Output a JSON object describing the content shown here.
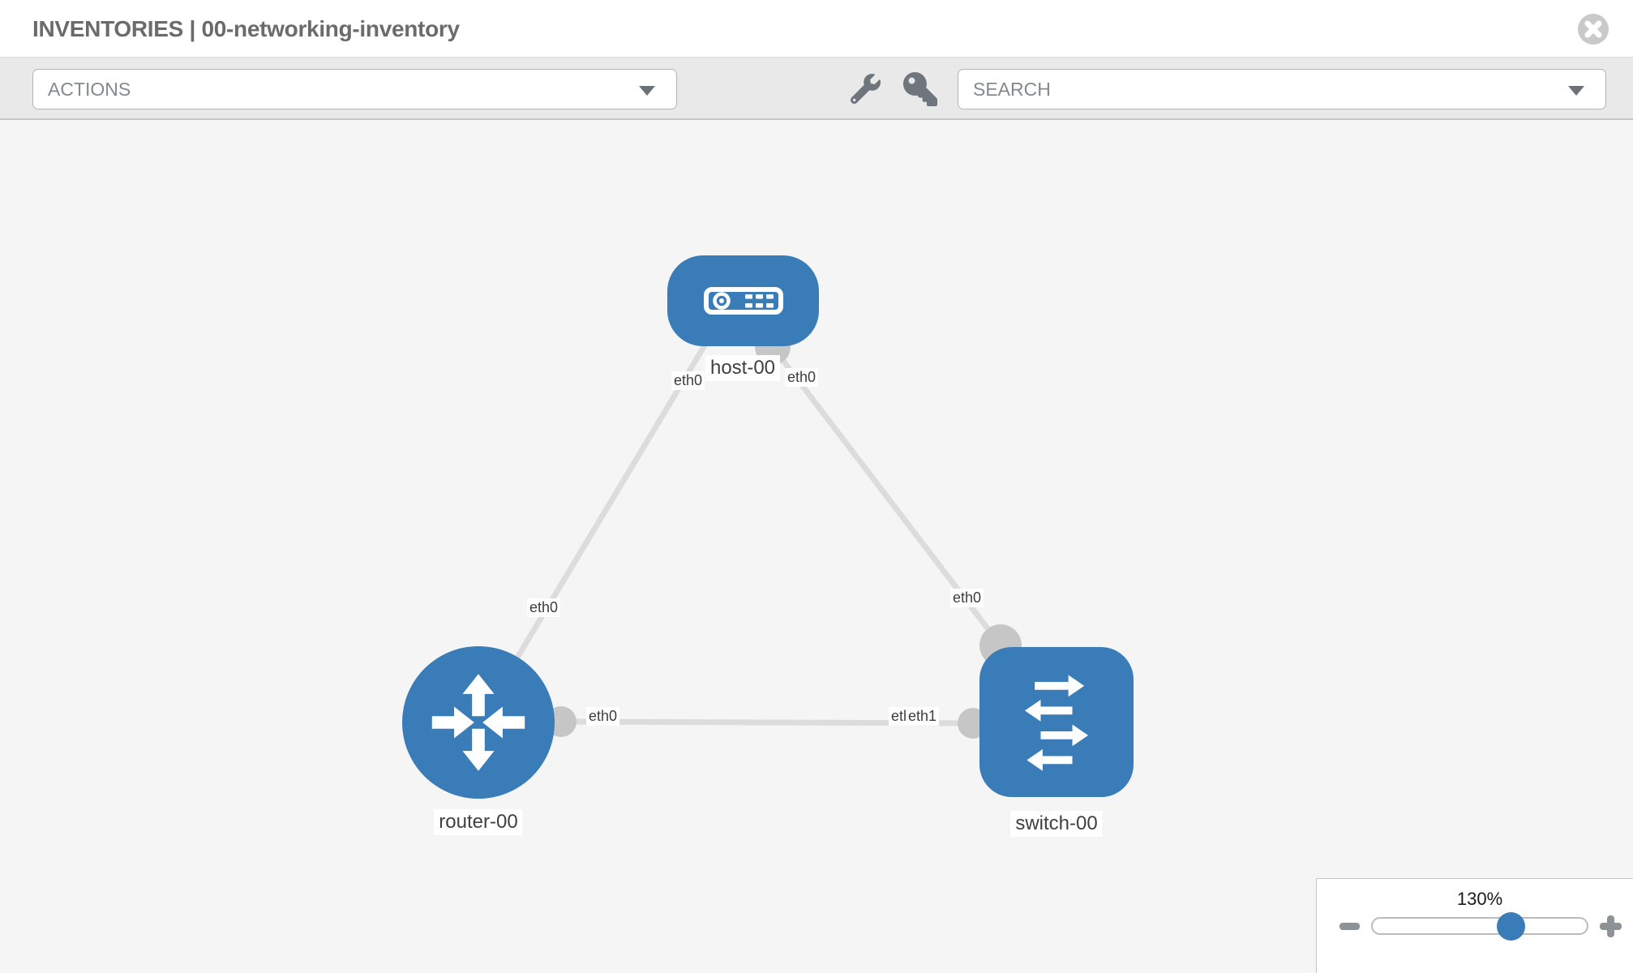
{
  "header": {
    "title": "INVENTORIES | 00-networking-inventory"
  },
  "toolbar": {
    "actions_label": "ACTIONS",
    "search_placeholder": "SEARCH",
    "icons": [
      "wrench-icon",
      "key-icon"
    ]
  },
  "topology": {
    "nodes": [
      {
        "id": "host-00",
        "type": "host",
        "label": "host-00"
      },
      {
        "id": "router-00",
        "type": "router",
        "label": "router-00"
      },
      {
        "id": "switch-00",
        "type": "switch",
        "label": "switch-00"
      }
    ],
    "links": [
      {
        "source": "host-00",
        "source_interface": "eth0",
        "target": "router-00",
        "target_interface": "eth0"
      },
      {
        "source": "host-00",
        "source_interface": "eth0",
        "target": "switch-00",
        "target_interface": "eth0"
      },
      {
        "source": "router-00",
        "source_interface": "eth0",
        "target": "switch-00",
        "target_interface": "eth1",
        "occluded_label": "eth0"
      }
    ]
  },
  "zoom_control": {
    "level": "130%"
  },
  "colors": {
    "node_blue": "#3a7cb8",
    "link_gray": "#dcdcdc",
    "connector_gray": "#c6c6c6",
    "toolbar_bg": "#e9e9e9",
    "canvas_bg": "#f5f5f5"
  }
}
